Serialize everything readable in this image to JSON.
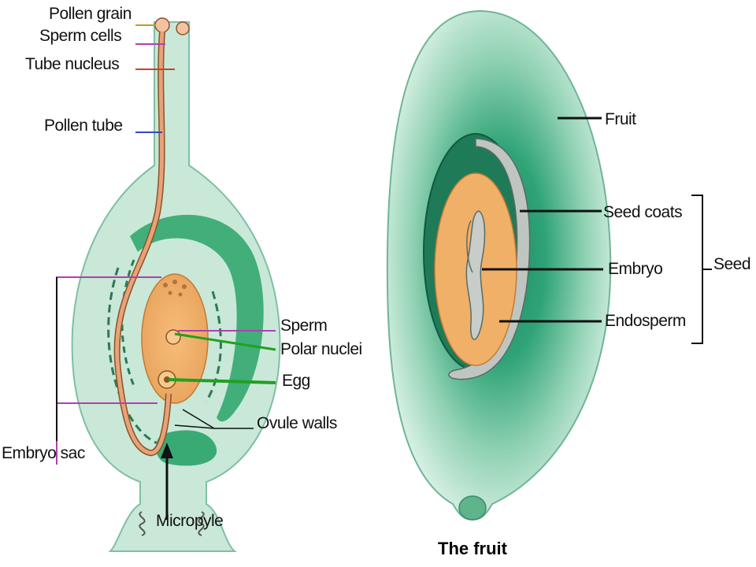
{
  "left_diagram": {
    "labels": {
      "pollen_grain": "Pollen grain",
      "sperm_cells": "Sperm cells",
      "tube_nucleus": "Tube nucleus",
      "pollen_tube": "Pollen tube",
      "sperm": "Sperm",
      "polar_nuclei": "Polar nuclei",
      "egg": "Egg",
      "ovule_walls": "Ovule walls",
      "embryo_sac": "Embryo sac",
      "micropyle": "Micropyle"
    }
  },
  "right_diagram": {
    "title": "The fruit",
    "labels": {
      "fruit": "Fruit",
      "seed_coats": "Seed coats",
      "embryo": "Embryo",
      "endosperm": "Endosperm",
      "seed": "Seed"
    }
  },
  "colors": {
    "ovule_fill": "#c9e8d8",
    "ovule_wall_dark": "#2aa36a",
    "embryo_sac": "#f0b070",
    "pollen_tube": "#e8a27a",
    "fruit_light": "#d8f0e4",
    "fruit_dark": "#2f9a72",
    "endosperm": "#f0b068",
    "label_green": "#22a020",
    "label_purple": "#b040b0",
    "label_red": "#d23c2c",
    "label_blue": "#3848b8"
  }
}
